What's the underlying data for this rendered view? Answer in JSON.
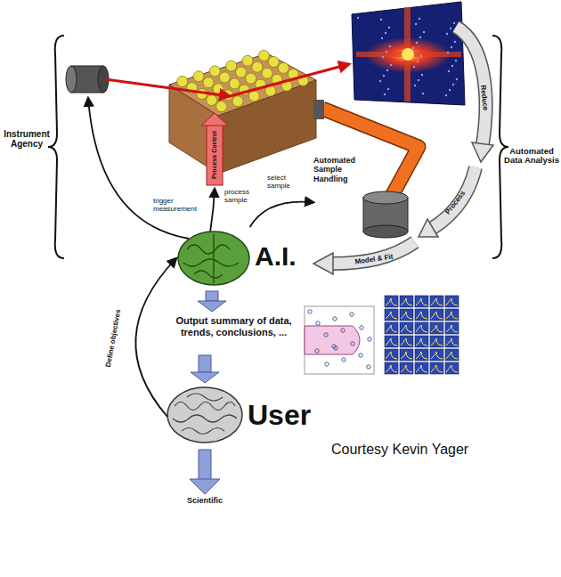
{
  "diagram": {
    "nodes": [
      {
        "text": [
          "A.I."
        ]
      },
      {
        "text": [
          "Automated Sample Handling"
        ]
      },
      {
        "text": [
          "Output summary of data, trends, conclusions, ..."
        ]
      },
      {
        "text": [
          "User"
        ]
      }
    ],
    "edges": [
      {
        "from": 0,
        "to": 1,
        "label": "select sample",
        "arrow": "to"
      },
      {
        "from": 0,
        "to": 2,
        "arrow": "to"
      },
      {
        "from": 2,
        "to": 3,
        "arrow": "to"
      },
      {
        "from": 3,
        "to": 0,
        "label": "Define objectives",
        "arrow": "to"
      }
    ],
    "labels": [
      "Instrument Agency",
      "trigger measurement",
      "process sample",
      "Process Control",
      "Reduce",
      "Process",
      "Model & Fit",
      "Automated Data Analysis",
      "Scientific",
      "Courtesy Kevin Yager"
    ]
  }
}
